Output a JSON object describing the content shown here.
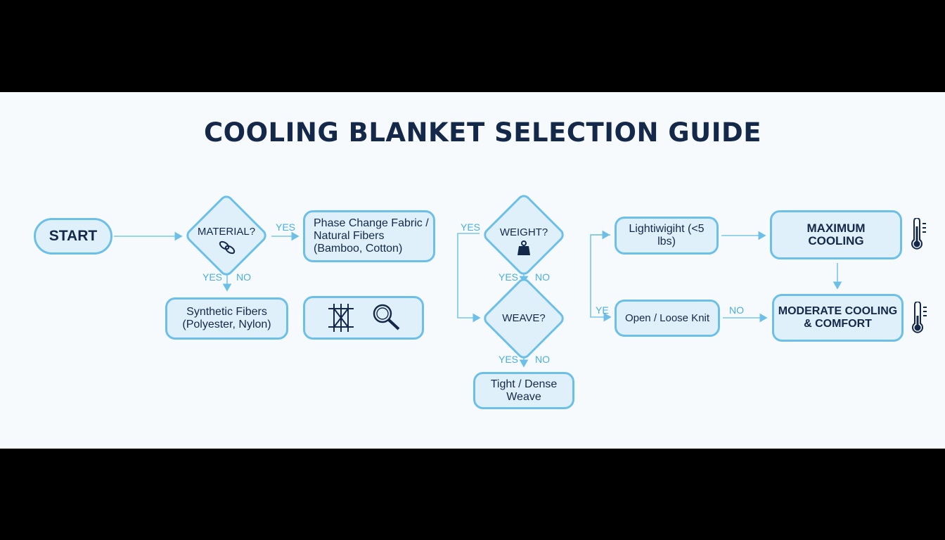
{
  "title": "COOLING BLANKET SELECTION GUIDE",
  "nodes": {
    "start": "START",
    "material": "MATERIAL?",
    "phase_change": "Phase Change Fabric / Natural Fibers (Bamboo, Cotton)",
    "synthetic": "Synthetic Fibers (Polyester, Nylon)",
    "weight": "WEIGHT?",
    "weave": "WEAVE?",
    "tight_dense": "Tight / Dense Weave",
    "lightweight": "Lightiwigiht (<5 lbs)",
    "open_loose": "Open / Loose Knit",
    "maximum": "MAXIMUM COOLING",
    "moderate": "MODERATE COOLING & COMFORT"
  },
  "edge_labels": {
    "material_yes_right": "YES",
    "material_yes_down": "YES",
    "material_no_down": "NO",
    "weight_yes_left": "YES",
    "weight_yes_down": "YES",
    "weight_no_down": "NO",
    "weave_yes_down": "YES",
    "weave_no_down": "NO",
    "ye_lower": "YE",
    "no_open": "NO"
  },
  "icons": [
    "link-chain-icon",
    "weight-icon",
    "fabric-weave-icon",
    "magnifier-icon",
    "thermometer-icon"
  ],
  "colors": {
    "accent": "#6cc0e8",
    "fill": "#dff0fb",
    "text": "#14284a",
    "label": "#4aaee0"
  }
}
